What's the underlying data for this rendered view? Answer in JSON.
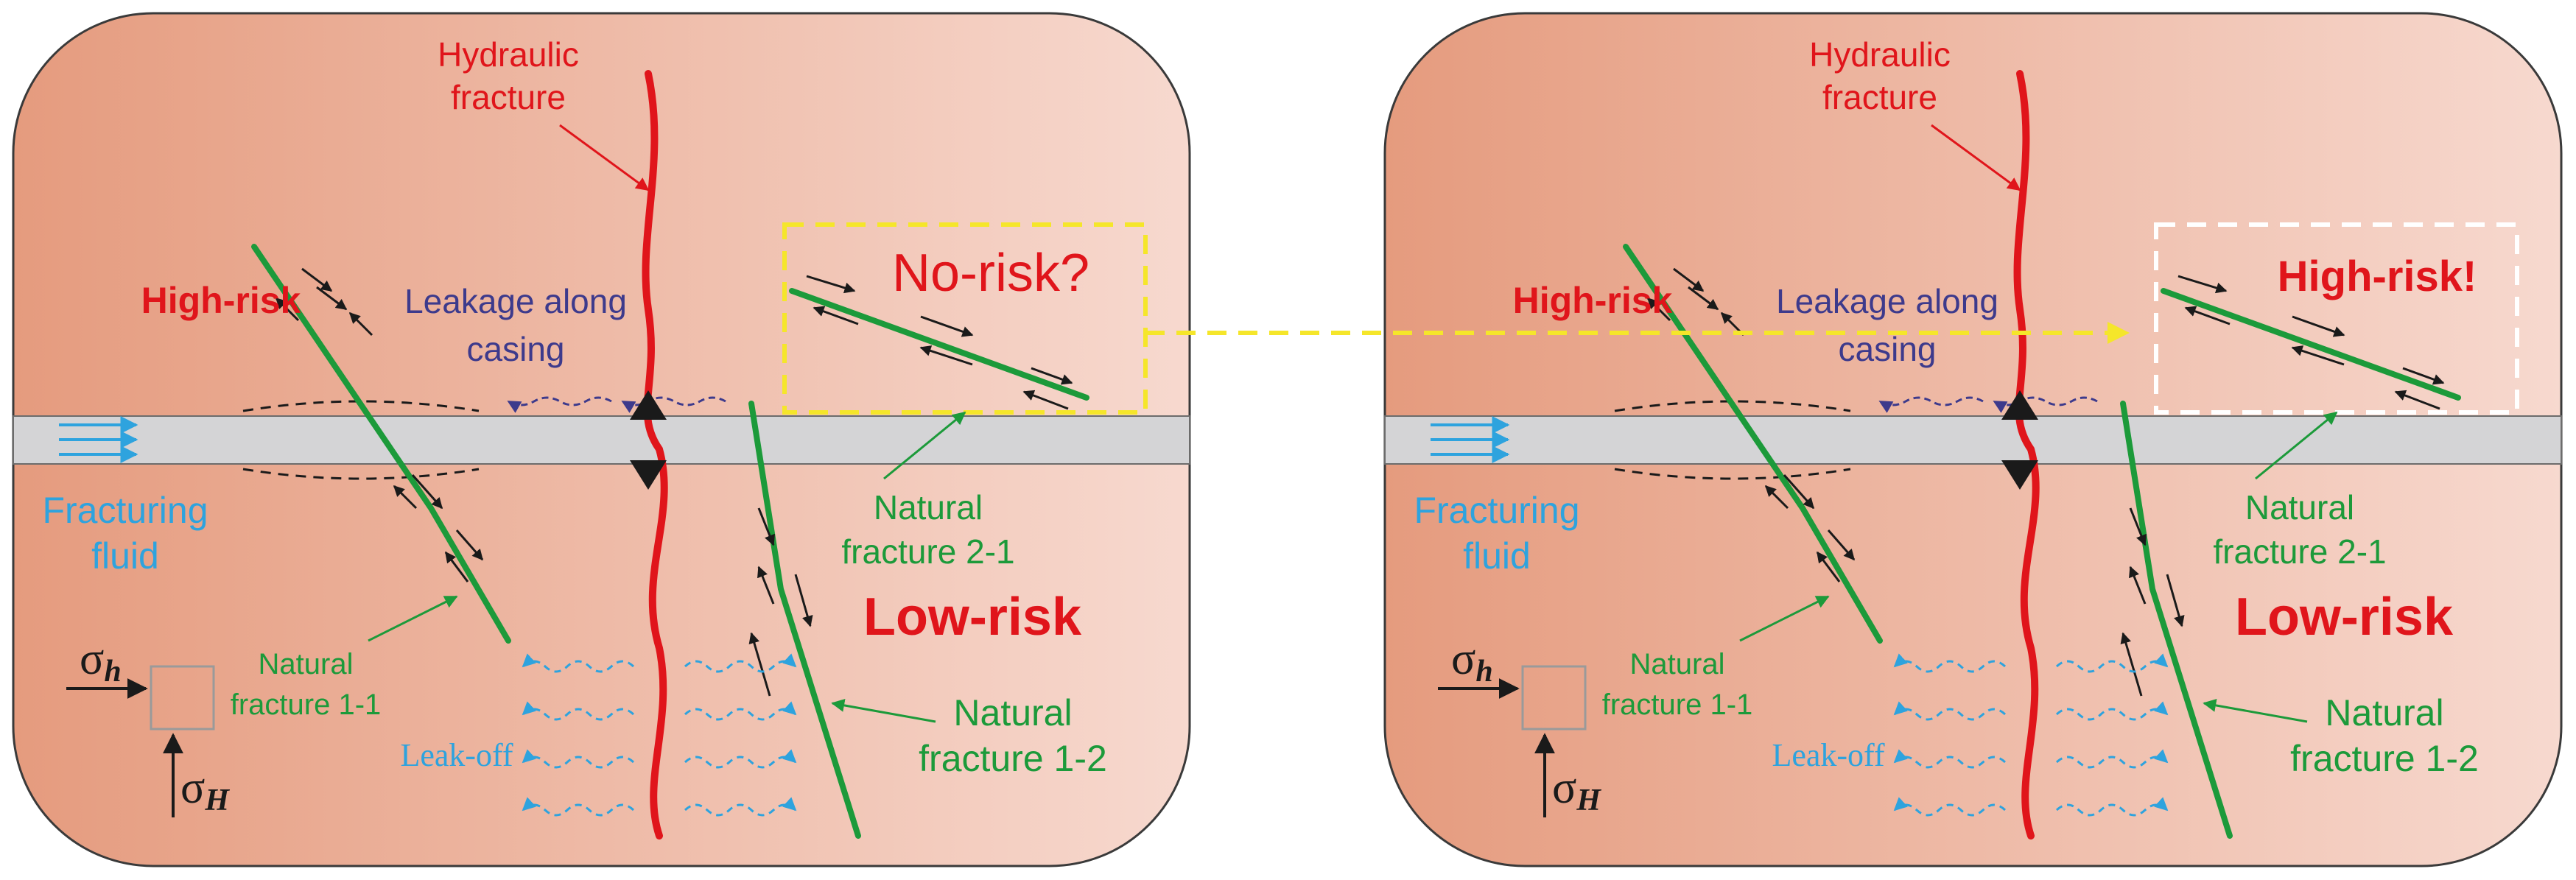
{
  "colors": {
    "rock_dark": "#E59B7E",
    "rock_light": "#F7D9CF",
    "wellbore": "#D4D4D6",
    "hydraulic_fracture": "#E0151B",
    "natural_fracture": "#1C9A3A",
    "fluid_blue": "#2EA3DE",
    "leakage_text": "#3D3A8C",
    "risk_red": "#E0151B",
    "highlight_yellow": "#F5E62A",
    "highlight_white": "#FFFFFF",
    "black": "#1A1A1A"
  },
  "panels": [
    {
      "hydraulic_fracture_label_1": "Hydraulic",
      "hydraulic_fracture_label_2": "fracture",
      "high_risk_label": "High-risk",
      "leakage_label_1": "Leakage along",
      "leakage_label_2": "casing",
      "box_risk_label": "No-risk?",
      "box_style": "yellow-dashed",
      "nf21_label_1": "Natural",
      "nf21_label_2": "fracture 2-1",
      "fluid_label_1": "Fracturing",
      "fluid_label_2": "fluid",
      "low_risk_label": "Low-risk",
      "nf11_label_1": "Natural",
      "nf11_label_2": "fracture 1-1",
      "nf12_label_1": "Natural",
      "nf12_label_2": "fracture 1-2",
      "leakoff_label": "Leak-off",
      "sigma_h_symbol": "σ",
      "sigma_h_sub": "h",
      "sigma_H_symbol": "σ",
      "sigma_H_sub": "H"
    },
    {
      "hydraulic_fracture_label_1": "Hydraulic",
      "hydraulic_fracture_label_2": "fracture",
      "high_risk_label": "High-risk",
      "leakage_label_1": "Leakage along",
      "leakage_label_2": "casing",
      "box_risk_label": "High-risk!",
      "box_style": "white-dashed",
      "nf21_label_1": "Natural",
      "nf21_label_2": "fracture 2-1",
      "fluid_label_1": "Fracturing",
      "fluid_label_2": "fluid",
      "low_risk_label": "Low-risk",
      "nf11_label_1": "Natural",
      "nf11_label_2": "fracture 1-1",
      "nf12_label_1": "Natural",
      "nf12_label_2": "fracture 1-2",
      "leakoff_label": "Leak-off",
      "sigma_h_symbol": "σ",
      "sigma_h_sub": "h",
      "sigma_H_symbol": "σ",
      "sigma_H_sub": "H"
    }
  ]
}
